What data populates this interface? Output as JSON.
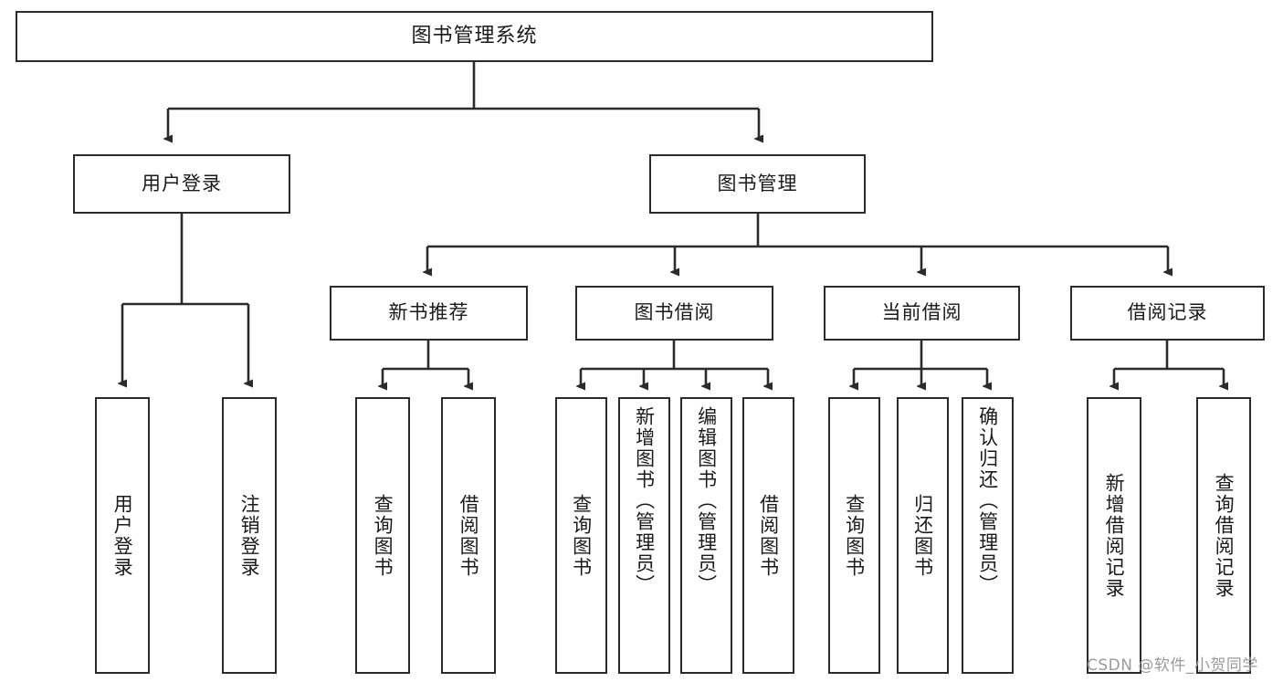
{
  "diagram": {
    "type": "tree",
    "title": "图书管理系统",
    "orientation": "top-down",
    "colors": {
      "box_border": "#2b2b2b",
      "box_fill": "#ffffff",
      "line": "#2b2b2b",
      "text": "#1a1a1a",
      "watermark": "#9a9a9a"
    }
  },
  "root": {
    "label": "图书管理系统"
  },
  "level2": [
    {
      "label": "用户登录"
    },
    {
      "label": "图书管理"
    }
  ],
  "level3": [
    {
      "label": "新书推荐"
    },
    {
      "label": "图书借阅"
    },
    {
      "label": "当前借阅"
    },
    {
      "label": "借阅记录"
    }
  ],
  "leaves": {
    "user_login": [
      {
        "label": "用户登录"
      },
      {
        "label": "注销登录"
      }
    ],
    "new_book_recommend": [
      {
        "label": "查询图书"
      },
      {
        "label": "借阅图书"
      }
    ],
    "book_borrow": [
      {
        "label": "查询图书"
      },
      {
        "label": "新增图书（管理员）"
      },
      {
        "label": "编辑图书（管理员）"
      },
      {
        "label": "借阅图书"
      }
    ],
    "current_borrow": [
      {
        "label": "查询图书"
      },
      {
        "label": "归还图书"
      },
      {
        "label": "确认归还（管理员）"
      }
    ],
    "borrow_record": [
      {
        "label": "新增借阅记录"
      },
      {
        "label": "查询借阅记录"
      }
    ]
  },
  "watermark": {
    "text": "CSDN @软件_小贺同学"
  }
}
